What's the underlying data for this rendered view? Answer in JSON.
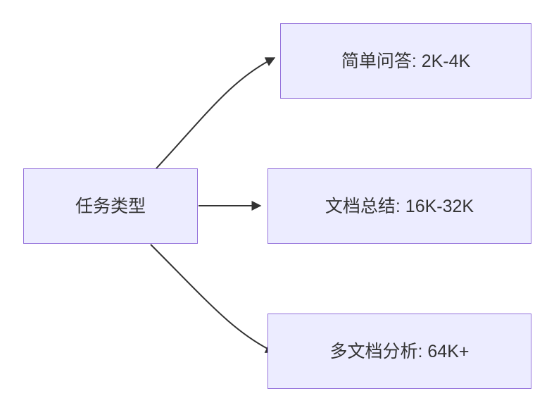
{
  "diagram": {
    "type": "flowchart",
    "root": {
      "label": "任务类型"
    },
    "branches": [
      {
        "id": "simple-qa",
        "label": "简单问答: 2K-4K"
      },
      {
        "id": "doc-summary",
        "label": "文档总结: 16K-32K"
      },
      {
        "id": "multi-doc",
        "label": "多文档分析: 64K+"
      }
    ],
    "colors": {
      "node_fill": "#ECECFF",
      "node_border": "#9370DB",
      "arrow": "#333333",
      "text": "#333333",
      "background": "#FFFFFF"
    }
  }
}
